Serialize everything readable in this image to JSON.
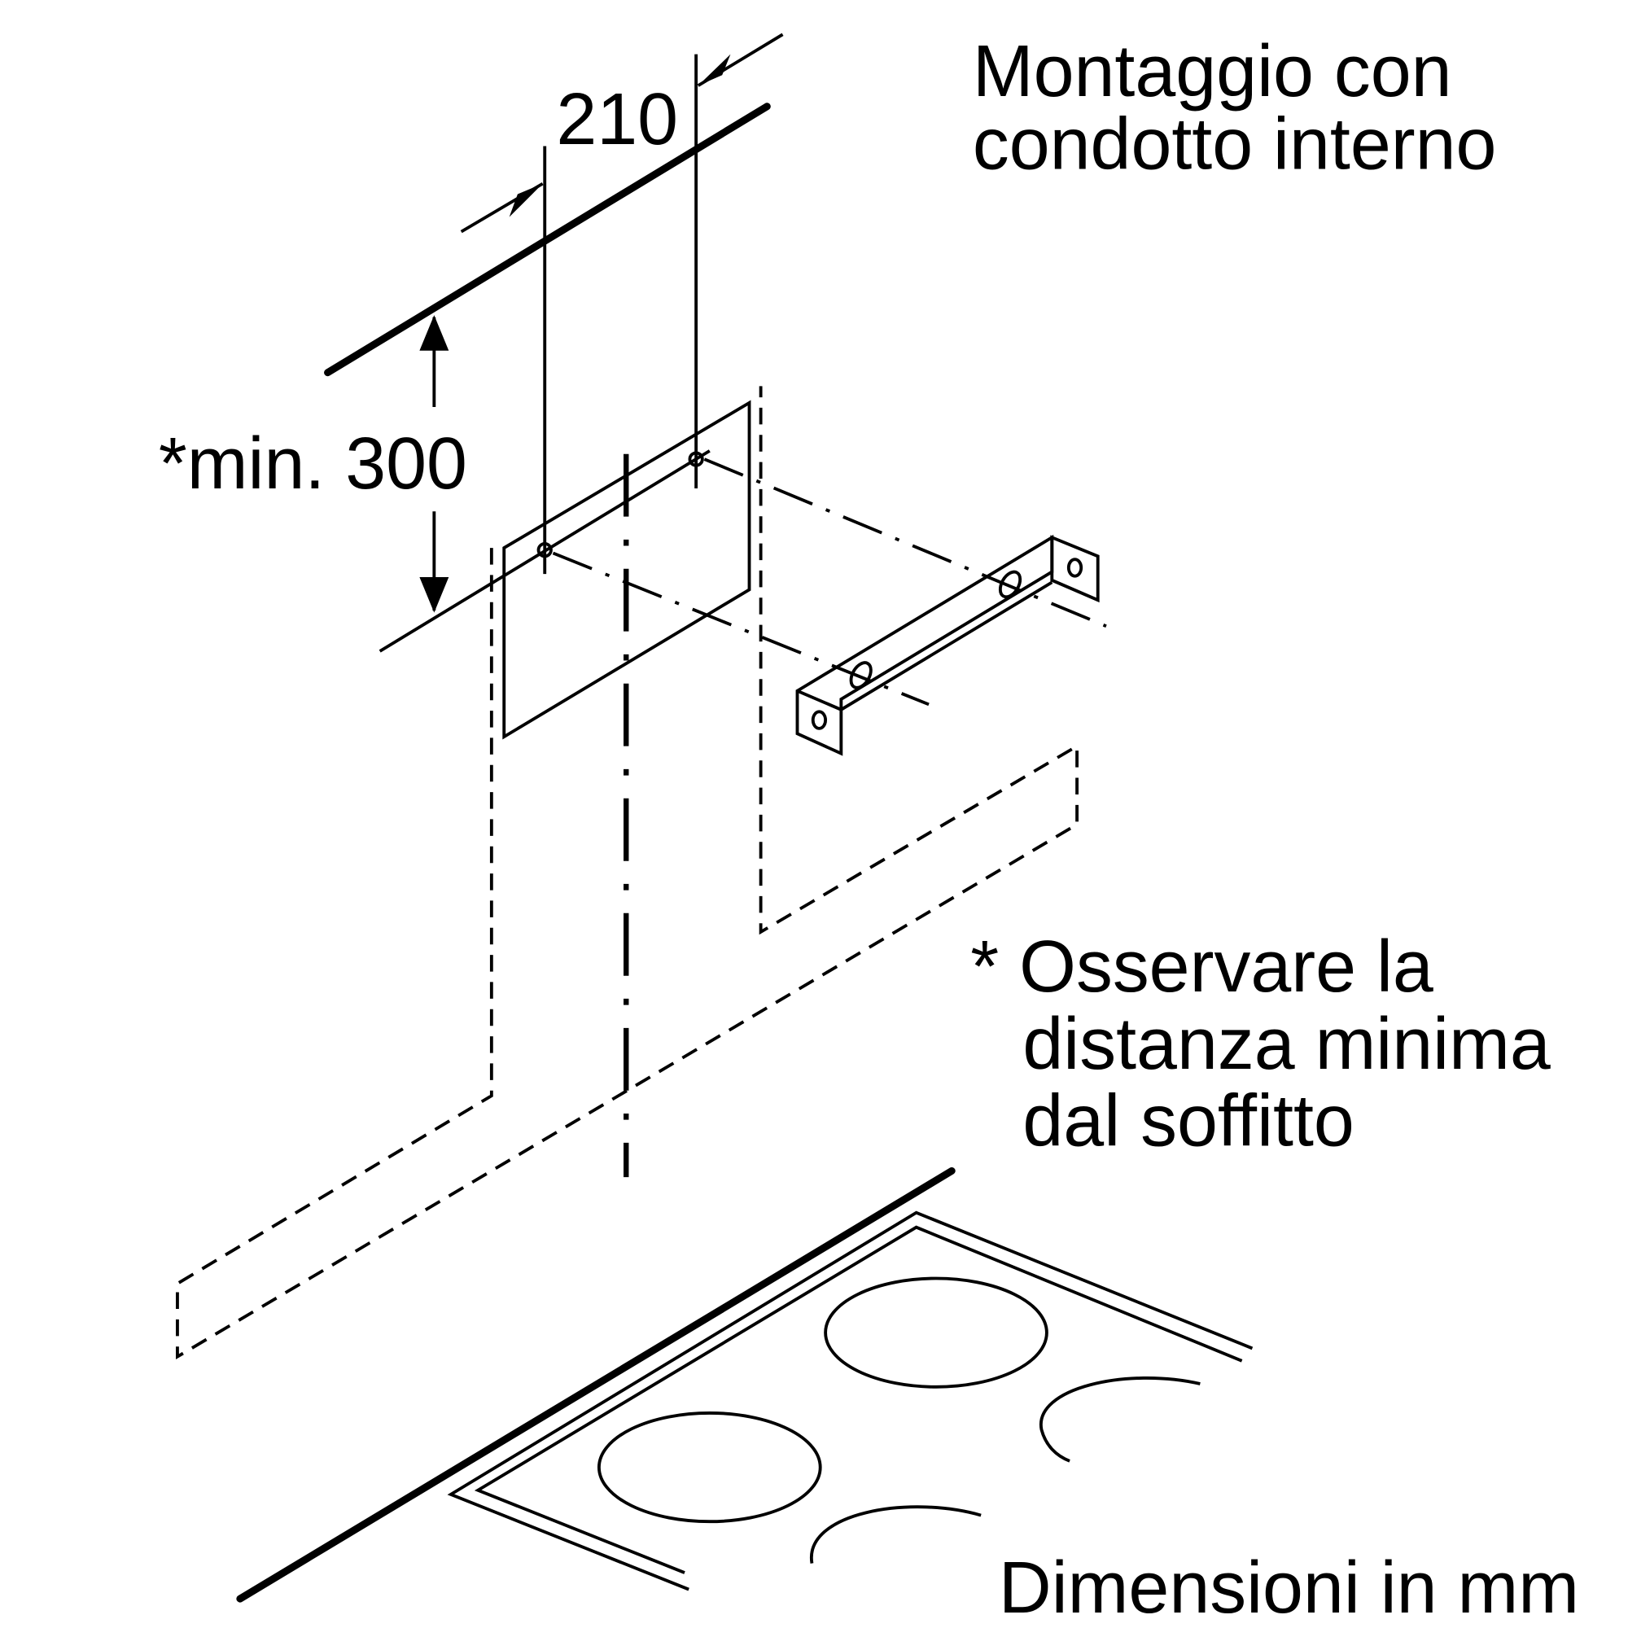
{
  "title_line1": "Montaggio con",
  "title_line2": "condotto interno",
  "dim_width": "210",
  "dim_min_height": "*min. 300",
  "note_line1": "* Osservare la",
  "note_line2": "distanza minima",
  "note_line3": "dal soffitto",
  "units": "Dimensioni in mm"
}
